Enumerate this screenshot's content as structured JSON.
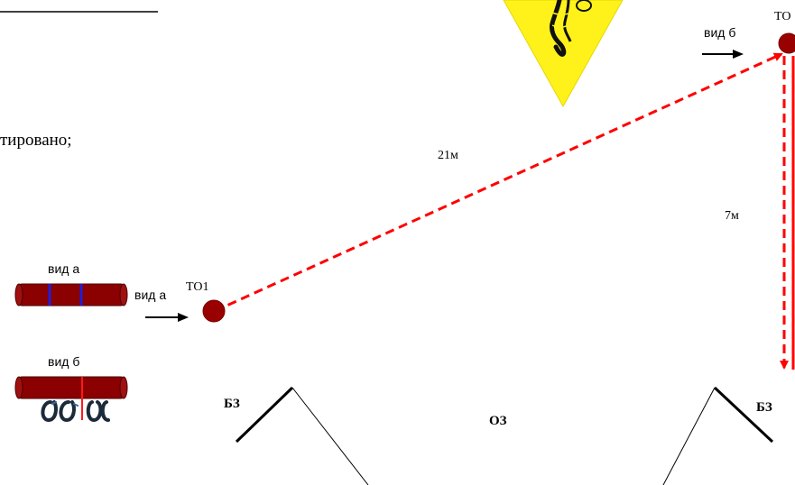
{
  "partial_text": {
    "line1": "тировано;"
  },
  "labels": {
    "view_a": "вид а",
    "view_b": "вид б",
    "to1": "ТО1",
    "to2_partial": "ТО",
    "dist_rope": "21м",
    "dist_vertical": "7м",
    "bz": "БЗ",
    "oz": "ОЗ"
  },
  "colors": {
    "rope": "#ff0000",
    "anchor": "#990000",
    "anchor_stroke": "#7a0000",
    "rope_body": "#8b0000",
    "rope_mark_a": "#1f1fd6",
    "rope_mark_b": "#ff1a1a",
    "carabiner": "#1c2a3a",
    "carabiner_light": "#3a6a9a",
    "warning_sign": "#fff21a",
    "line": "#000000"
  },
  "icons": [
    "warning-triangle-icon",
    "knot-icon",
    "arrow-right-icon",
    "carabiner-icon"
  ]
}
